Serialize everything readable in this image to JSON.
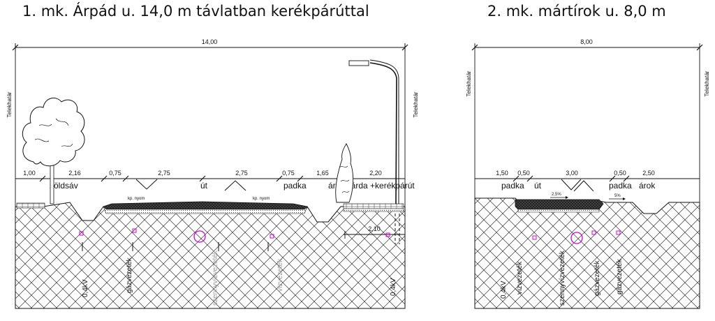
{
  "titles": {
    "section1": "1. mk. Árpád u. 14,0  m távlatban kerékpárúttal",
    "section2": "2. mk. mártírok u. 8,0 m"
  },
  "section1": {
    "total_width": "14,00",
    "property_line": "Telekhatár",
    "segment_dims": [
      "1,00",
      "2,16",
      "0,75",
      "2,75",
      "2,75",
      "0,75",
      "1,65",
      "2,20"
    ],
    "zones": [
      "zöldsáv",
      "út",
      "padka",
      "árok",
      "járda +kerékpárút"
    ],
    "wheel_track": "kp. nyom",
    "offset_dim": "2,10",
    "utilities": [
      "0,4kV",
      "gázvezeték",
      "szennyvízvezeték",
      "vízvezeték",
      "0,4kV"
    ]
  },
  "section2": {
    "total_width": "8,00",
    "property_line": "Telekhatár",
    "segment_dims": [
      "1,50",
      "0,50",
      "3,00",
      "0,50",
      "2,50"
    ],
    "zones": [
      "padka",
      "út",
      "padka",
      "árok"
    ],
    "slopes": [
      "2,5%",
      "5%"
    ],
    "utilities": [
      "0,4kV",
      "vízvezeték",
      "szennyvízvezeték",
      "gázvezeték",
      "gázvezeték"
    ]
  }
}
